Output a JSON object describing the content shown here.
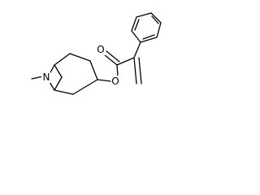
{
  "structure": {
    "atoms": [
      {
        "id": "N8",
        "symbol": "N"
      },
      {
        "id": "O_ester",
        "symbol": "O"
      },
      {
        "id": "O_carbonyl",
        "symbol": "O"
      }
    ]
  },
  "colors": {
    "bond": "#000000",
    "label": "#000000",
    "background": "#ffffff"
  }
}
